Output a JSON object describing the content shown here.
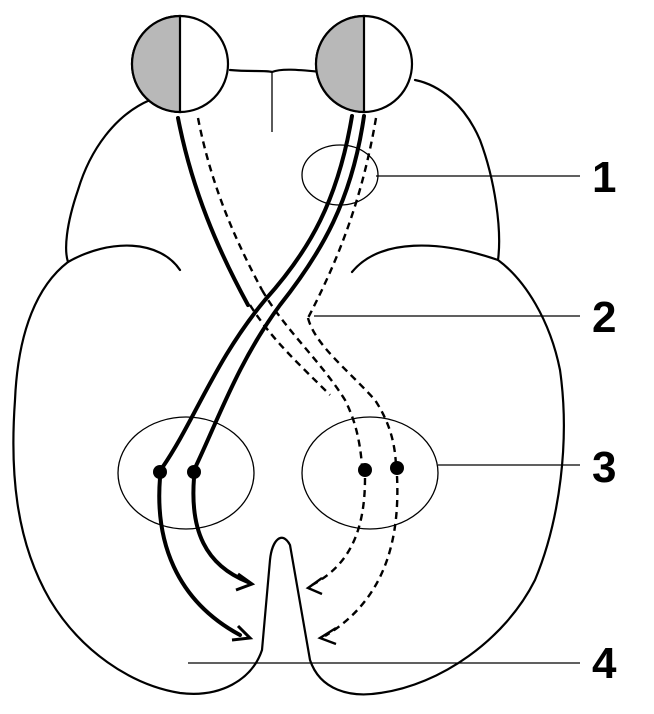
{
  "diagram": {
    "labels": [
      {
        "id": "1",
        "text": "1"
      },
      {
        "id": "2",
        "text": "2"
      },
      {
        "id": "3",
        "text": "3"
      },
      {
        "id": "4",
        "text": "4"
      }
    ],
    "colors": {
      "line": "#000000",
      "eye_shade": "#b8b8b8",
      "background": "#ffffff"
    }
  }
}
